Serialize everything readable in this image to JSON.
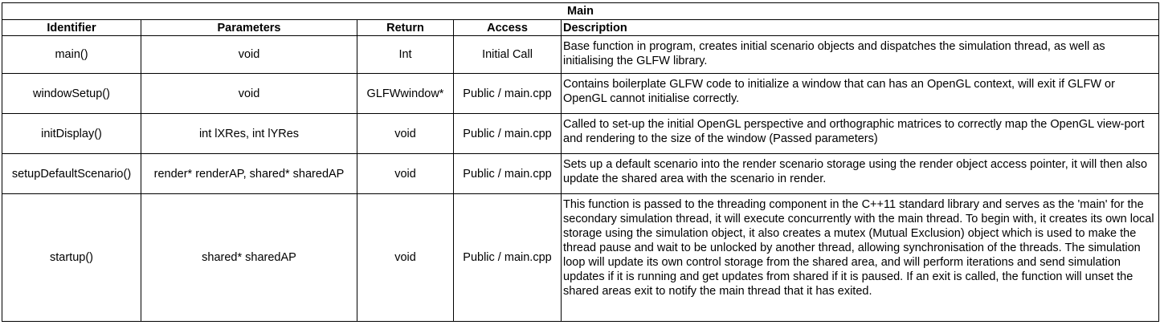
{
  "table": {
    "title": "Main",
    "headers": {
      "identifier": "Identifier",
      "parameters": "Parameters",
      "return": "Return",
      "access": "Access",
      "description": "Description"
    },
    "rows": [
      {
        "identifier": "main()",
        "parameters": "void",
        "return": "Int",
        "access": "Initial Call",
        "description": "Base function in program, creates initial scenario objects and dispatches the simulation thread, as well as initialising the GLFW library."
      },
      {
        "identifier": "windowSetup()",
        "parameters": "void",
        "return": "GLFWwindow*",
        "access": "Public / main.cpp",
        "description": "Contains boilerplate GLFW code to initialize a window that can has an OpenGL context, will exit if GLFW or OpenGL cannot initialise correctly."
      },
      {
        "identifier": "initDisplay()",
        "parameters": "int lXRes, int lYRes",
        "return": "void",
        "access": "Public / main.cpp",
        "description": "Called to set-up the initial OpenGL perspective and orthographic matrices to correctly map the OpenGL view-port and rendering to the size of the window (Passed parameters)"
      },
      {
        "identifier": "setupDefaultScenario()",
        "parameters": "render* renderAP, shared* sharedAP",
        "return": "void",
        "access": "Public / main.cpp",
        "description": "Sets up a default scenario into the render scenario storage using the render object access pointer, it will then also update the shared area with the scenario in render."
      },
      {
        "identifier": "startup()",
        "parameters": "shared* sharedAP",
        "return": "void",
        "access": "Public / main.cpp",
        "description": "This function is passed to the threading component in the C++11 standard library and serves as the 'main' for the secondary simulation thread, it will execute concurrently with the main thread. To begin with, it creates its own local storage using the simulation object, it also creates a mutex (Mutual Exclusion) object which is used to make the thread pause and wait to be unlocked by another thread, allowing synchronisation of the threads. The simulation loop will update its own control storage from the shared area, and will perform iterations and send simulation updates if it is running and get updates from shared if it is paused. If an exit is called, the function will unset the shared areas exit to notify the main thread that it has exited."
      }
    ]
  }
}
